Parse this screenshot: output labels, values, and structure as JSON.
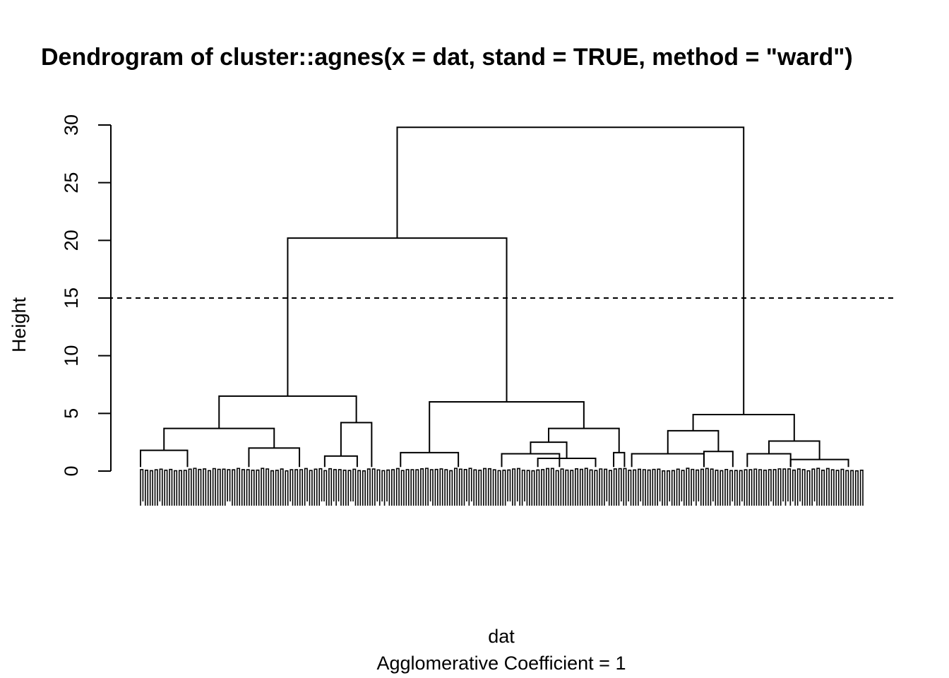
{
  "chart_data": {
    "type": "dendrogram",
    "title": "Dendrogram of  cluster::agnes(x = dat, stand = TRUE, method = \"ward\")",
    "xlabel": "dat",
    "sublabel": "Agglomerative Coefficient =  1",
    "ylabel": "Height",
    "ylim": [
      0,
      30
    ],
    "yticks": [
      "0",
      "5",
      "10",
      "15",
      "20",
      "25",
      "30"
    ],
    "cut_height": 15,
    "leaf_count": 300,
    "merges": [
      {
        "id": "m1",
        "height": 1.8,
        "from": 0,
        "to": 0.065
      },
      {
        "id": "m2",
        "height": 2.0,
        "from": 0.15,
        "to": 0.22
      },
      {
        "id": "m3",
        "height": 3.7,
        "from": "m1",
        "to": "m2"
      },
      {
        "id": "m4",
        "height": 1.3,
        "from": 0.255,
        "to": 0.3
      },
      {
        "id": "m5",
        "height": 4.2,
        "from": "m4",
        "to": 0.32
      },
      {
        "id": "m6",
        "height": 6.5,
        "from": "m3",
        "to": "m5"
      },
      {
        "id": "m7",
        "height": 1.6,
        "from": 0.36,
        "to": 0.44
      },
      {
        "id": "m8",
        "height": 1.5,
        "from": 0.5,
        "to": 0.58
      },
      {
        "id": "m9",
        "height": 1.1,
        "from": 0.55,
        "to": 0.63
      },
      {
        "id": "m10",
        "height": 2.5,
        "from": "m8",
        "to": "m9"
      },
      {
        "id": "m11",
        "height": 1.6,
        "from": 0.655,
        "to": 0.67
      },
      {
        "id": "m12",
        "height": 3.7,
        "from": "m10",
        "to": "m11"
      },
      {
        "id": "m13",
        "height": 6.0,
        "from": "m7",
        "to": "m12"
      },
      {
        "id": "m14",
        "height": 20.2,
        "from": "m6",
        "to": "m13"
      },
      {
        "id": "m15",
        "height": 1.5,
        "from": 0.68,
        "to": 0.78
      },
      {
        "id": "m16",
        "height": 1.7,
        "from": 0.78,
        "to": 0.82
      },
      {
        "id": "m17",
        "height": 3.5,
        "from": "m15",
        "to": "m16"
      },
      {
        "id": "m18",
        "height": 1.5,
        "from": 0.84,
        "to": 0.9
      },
      {
        "id": "m19",
        "height": 1.0,
        "from": 0.9,
        "to": 0.98
      },
      {
        "id": "m20",
        "height": 2.6,
        "from": "m18",
        "to": "m19"
      },
      {
        "id": "m21",
        "height": 4.9,
        "from": "m17",
        "to": "m20"
      },
      {
        "id": "m22",
        "height": 29.8,
        "from": "m14",
        "to": "m21"
      }
    ]
  }
}
